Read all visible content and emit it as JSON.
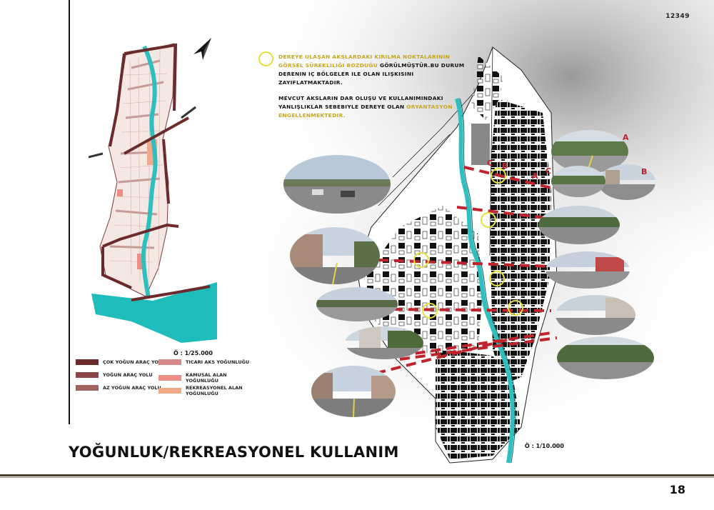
{
  "page_code": "12349",
  "page_number": "18",
  "title": "YOĞUNLUK/REKREASYONEL KULLANIM",
  "scale_small": "Ö : 1/25.000",
  "scale_large": "Ö : 1/10.000",
  "notes": {
    "p1_highlight": "DEREYE ULAŞAN AKSLARDAKI KIRILMA NOKTALARININ GÖRSEL SÜREKLILIĞI BOZDUĞU",
    "p1_rest": " GÖRÜLMÜŞTÜR.BU DURUM DERENIN IÇ BÖLGELER ILE OLAN ILIŞKISINI ZAYIFLATMAKTADIR.",
    "p2_rest": "MEVCUT AKSLARIN DAR OLUŞU VE KULLANIMINDAKI YANLIŞLIKLAR SEBEBIYLE DEREYE OLAN ",
    "p2_highlight": "ORYANTASYON ENGELLENMEKTEDIR."
  },
  "legend": [
    {
      "label": "ÇOK YOĞUN ARAÇ YOLU",
      "color": "#6b2a2c"
    },
    {
      "label": "YOĞUN ARAÇ YOLU",
      "color": "#8a4448"
    },
    {
      "label": "AZ YOĞUN ARAÇ YOLU",
      "color": "#a0645f"
    },
    {
      "label": "TICARI AKS YOĞUNLUĞU",
      "color": "#d4888a"
    },
    {
      "label": "KAMUSAL ALAN YOĞUNLUĞU",
      "color": "#ee8f87"
    },
    {
      "label": "REKREASYONEL ALAN YOĞUNLUĞU",
      "color": "#f1aa86"
    }
  ],
  "photo_labels": [
    "A",
    "B",
    "C",
    "C",
    "B",
    "A"
  ],
  "colors": {
    "river": "#2fbfbf",
    "sea": "#1fbcbc",
    "axis": "#c0232b",
    "marker": "#e6e23a"
  },
  "icons": {
    "north_arrow": "north-arrow-icon",
    "marker": "yellow-ring-marker-icon"
  }
}
